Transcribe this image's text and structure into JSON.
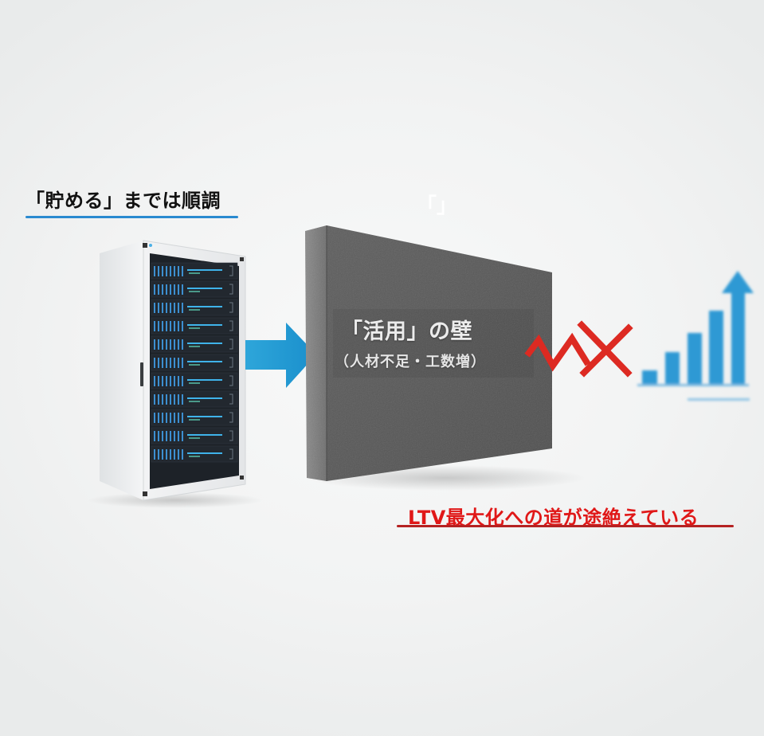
{
  "labels": {
    "stored_smoothly": "「貯める」までは順調",
    "ghost_bracket": "「」",
    "wall_title": "「活用」の壁",
    "wall_subtitle": "（人材不足・工数増）",
    "ltv_blocked": "LTV最大化への道が途絶えている"
  },
  "icons": {
    "server": "server-rack-icon",
    "arrow": "right-arrow-icon",
    "wall": "concrete-wall-icon",
    "broken_line": "broken-zigzag-x-icon",
    "growth_chart": "growth-bar-chart-icon"
  },
  "colors": {
    "accent_blue": "#2a9ad6",
    "underline_blue": "#2a8ad0",
    "alert_red": "#e01818",
    "underline_red": "#b52222",
    "wall_gray": "#5a5a5a",
    "text_dark": "#111111"
  },
  "growth_chart": {
    "bars": [
      1,
      2,
      3,
      4,
      5
    ]
  }
}
